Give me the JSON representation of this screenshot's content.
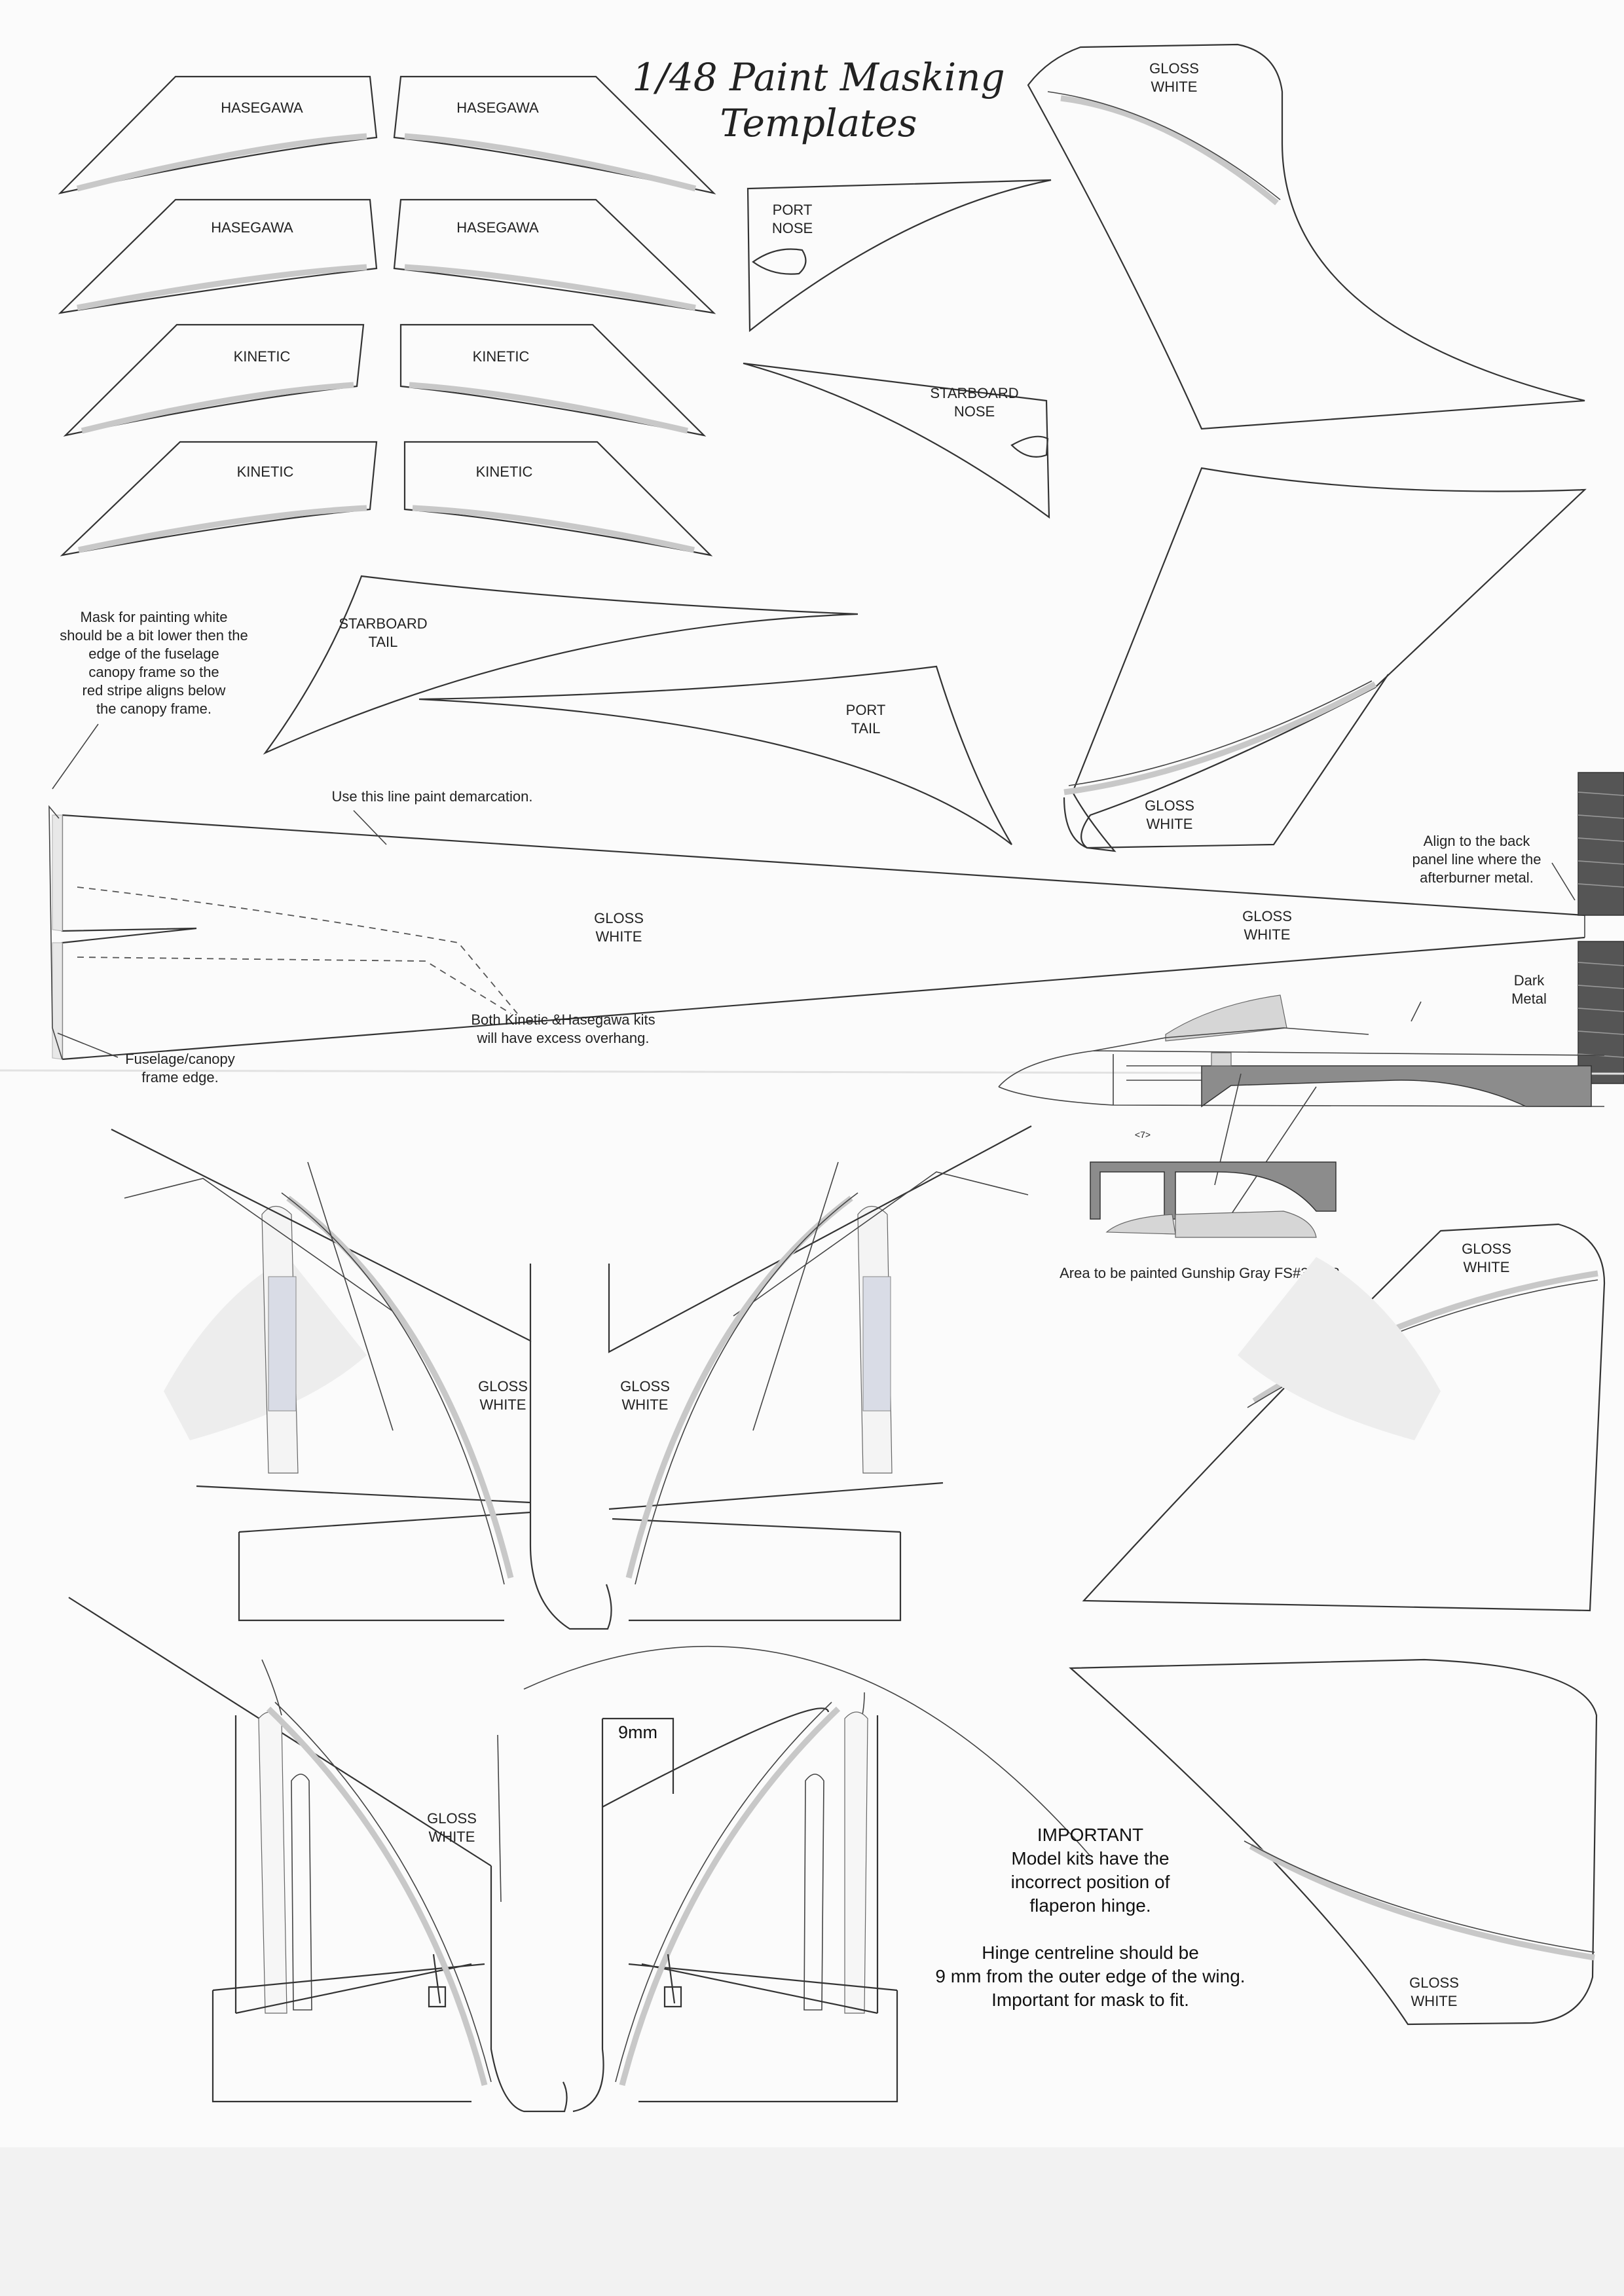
{
  "title": {
    "line1": "1/48 Paint Masking",
    "line2": "Templates"
  },
  "canopy_templates": [
    "HASEGAWA",
    "HASEGAWA",
    "HASEGAWA",
    "HASEGAWA",
    "KINETIC",
    "KINETIC",
    "KINETIC",
    "KINETIC"
  ],
  "nose": {
    "port": [
      "PORT",
      "NOSE"
    ],
    "starboard": [
      "STARBOARD",
      "NOSE"
    ]
  },
  "tail": {
    "starboard": [
      "STARBOARD",
      "TAIL"
    ],
    "port": [
      "PORT",
      "TAIL"
    ]
  },
  "gloss_white": [
    "GLOSS",
    "WHITE"
  ],
  "notes": {
    "mask_white": [
      "Mask for painting white",
      "should be a bit lower then the",
      "edge of the fuselage",
      "canopy frame so the",
      "red stripe aligns below",
      "the canopy frame."
    ],
    "demarcation": "Use this line paint demarcation.",
    "align_back": [
      "Align to the back",
      "panel line where the",
      "afterburner metal."
    ],
    "dark_metal": [
      "Dark",
      "Metal"
    ],
    "overhang": [
      "Both Kinetic &Hasegawa kits",
      "will have excess overhang."
    ],
    "frame_edge": [
      "Fuselage/canopy",
      "frame edge."
    ],
    "gunship": "Area to be painted Gunship Gray FS#36118.",
    "hinge_gap": "9mm",
    "important": {
      "heading": "IMPORTANT",
      "lines": [
        "Model kits have the",
        "incorrect position of",
        "flaperon hinge.",
        "",
        "Hinge centreline should be",
        "9 mm from the outer edge of the wing.",
        "Important for mask to fit."
      ]
    }
  }
}
